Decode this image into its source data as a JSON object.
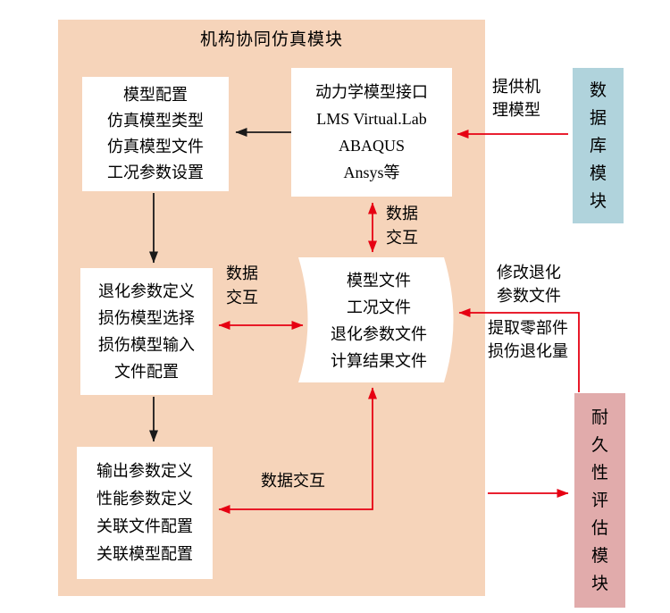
{
  "diagram": {
    "title": "机构协同仿真模块",
    "boxes": {
      "model_config": {
        "lines": [
          "模型配置",
          "仿真模型类型",
          "仿真模型文件",
          "工况参数设置"
        ]
      },
      "dynamics_interface": {
        "lines": [
          "动力学模型接口",
          "LMS Virtual.Lab",
          "ABAQUS",
          "Ansys等"
        ]
      },
      "degradation": {
        "lines": [
          "退化参数定义",
          "损伤模型选择",
          "损伤模型输入",
          "文件配置"
        ]
      },
      "files_store": {
        "lines": [
          "模型文件",
          "工况文件",
          "退化参数文件",
          "计算结果文件"
        ]
      },
      "output_params": {
        "lines": [
          "输出参数定义",
          "性能参数定义",
          "关联文件配置",
          "关联模型配置"
        ]
      },
      "database_module": {
        "label": "数据库模块"
      },
      "durability_module": {
        "label": "耐久性评估模块"
      }
    },
    "arrow_labels": {
      "data_exchange_v": {
        "lines": [
          "数据",
          "交互"
        ]
      },
      "data_exchange_h": {
        "lines": [
          "数据",
          "交互"
        ]
      },
      "data_exchange_bottom": "数据交互",
      "provide_model": {
        "lines": [
          "提供机",
          "理模型"
        ]
      },
      "modify_params": {
        "lines": [
          "修改退化",
          "参数文件"
        ]
      },
      "extract_damage": {
        "lines": [
          "提取零部件",
          "损伤退化量"
        ]
      }
    },
    "colors": {
      "container_bg": "#f6d4ba",
      "node_bg": "#ffffff",
      "database_bg": "#b0d3dc",
      "durability_bg": "#e1abab",
      "arrow_red": "#e60012",
      "arrow_black": "#1a1a1a"
    }
  }
}
